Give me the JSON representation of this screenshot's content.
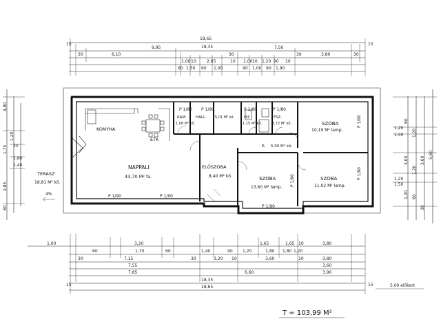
{
  "rooms": {
    "konyha": "KONYHA",
    "etk": "ÉTK",
    "nappali": "NAPPALI",
    "nappali_area": "43,70 M² fa.",
    "teraszl": "TERASZ",
    "terasz_area": "18,81 M² kő.",
    "terasz_slope": "4%",
    "kamra": "KAM.",
    "kamra_area": "1,06 M² kő.",
    "hall": "HALL",
    "hall_area": "5,01 M² kő.",
    "wc": "WC",
    "wc_area": "1,15 M² kő.",
    "fsz": "FSZ.",
    "fsz_area": "3,72 M² kő.",
    "szoba1": "SZOBA",
    "szoba1_area": "10,19 M² lamp.",
    "k": "K.",
    "k_area": "5,00 M² kő.",
    "eloszoba": "ELŐSZOBA",
    "eloszoba_area": "8,40 M² kő.",
    "szoba2": "SZOBA",
    "szoba2_area": "13,60 M² lamp.",
    "szoba3": "SZOBA",
    "szoba3_area": "11,02 M² lamp.",
    "total_area": "T = 103,99 M²",
    "setback": "5,00 előkert"
  },
  "openings": {
    "p180_1": "P 1/80",
    "p180_2": "P 1/80",
    "p180_3": "P 1/80",
    "p180_4": "P 1/80",
    "p190_1": "P 1/90",
    "p190_2": "P 1/90",
    "p190_3": "P 1/90",
    "p190_4": "P 1/90",
    "p190_5": "P 1/90",
    "p190_6": "P 1/90"
  },
  "dims_top": {
    "total": "18,65",
    "row2_total": "18,35",
    "r3": [
      "30",
      "6,10",
      "9,95",
      "30",
      "7,50",
      "30",
      "3,80",
      "30"
    ],
    "r4": [
      "1,00",
      "10",
      "2,65",
      "10",
      "1,00",
      "10",
      "1,20",
      "90",
      "10"
    ],
    "r5": [
      "60",
      "1,50",
      "60",
      "1,00",
      "90",
      "1,00",
      "90",
      "1,90"
    ],
    "edge": "15"
  },
  "dims_bottom": {
    "r1": [
      "3,20",
      "1,65",
      "1,65",
      "10",
      "3,80"
    ],
    "r2": [
      "60",
      "1,70",
      "60",
      "1,40",
      "90",
      "1,20",
      "1,80",
      "1,80",
      "1,20"
    ],
    "r3": [
      "30",
      "7,15",
      "30",
      "3,20",
      "10",
      "3,60",
      "10",
      "3,80"
    ],
    "r4": [
      "7,55",
      "6,60",
      "3,60"
    ],
    "r5": [
      "7,85",
      "3,90"
    ],
    "row2_total": "18,35",
    "total": "18,65",
    "left": "1,00",
    "edge": "15"
  },
  "dims_left": [
    "4,80",
    "1,20",
    "1,75",
    "1,80",
    "2,40",
    "2,85",
    "60",
    "30"
  ],
  "dims_right": [
    "1,20",
    "60",
    "1,20",
    "3,00",
    "3,60",
    "5,60",
    "1,50",
    "1,20",
    "1,50",
    "60",
    "30",
    "1,20",
    "1,20"
  ]
}
